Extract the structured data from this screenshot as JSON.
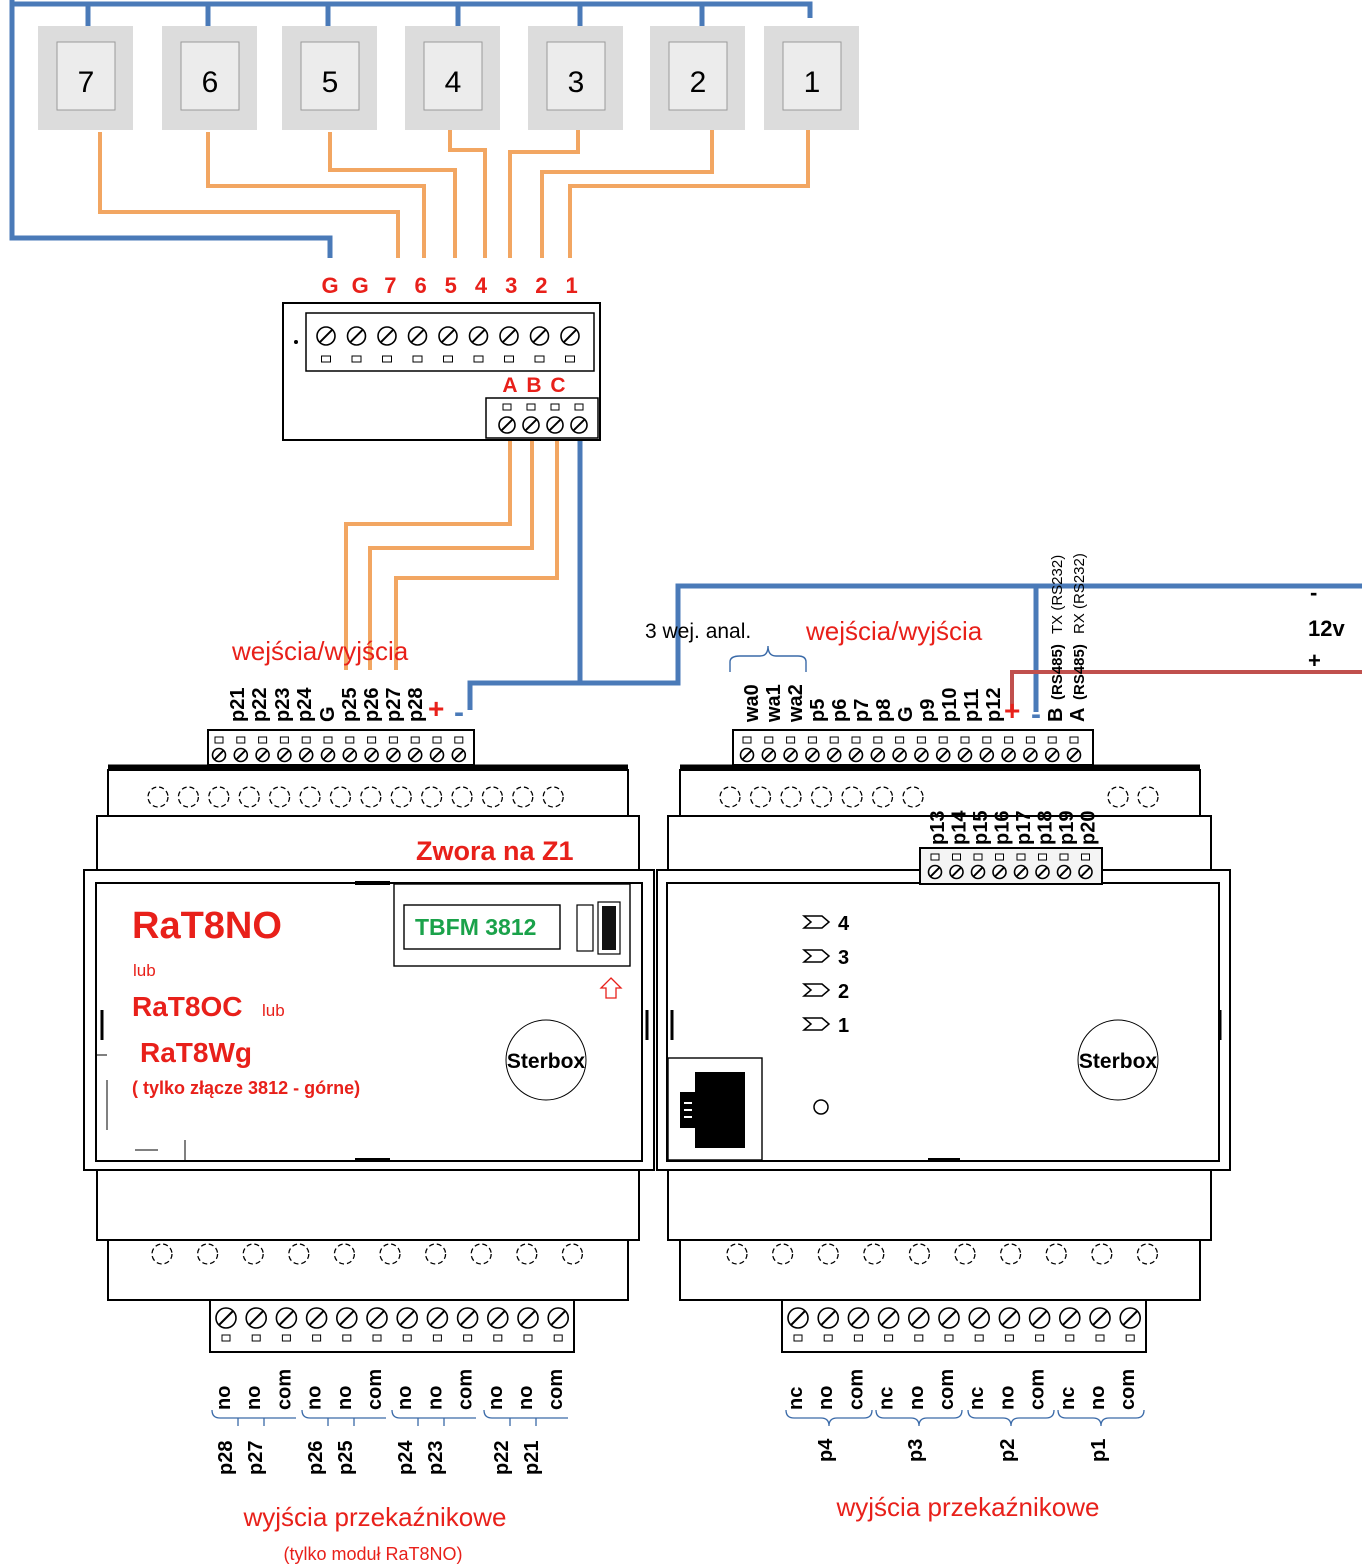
{
  "switches": {
    "labels": [
      "7",
      "6",
      "5",
      "4",
      "3",
      "2",
      "1"
    ]
  },
  "extender": {
    "top_labels": [
      "G",
      "G",
      "7",
      "6",
      "5",
      "4",
      "3",
      "2",
      "1"
    ],
    "abc_labels": [
      "A",
      "B",
      "C"
    ]
  },
  "left_module": {
    "io_title": "wejścia/wyjścia",
    "top_pins": [
      "p21",
      "p22",
      "p23",
      "p24",
      "G",
      "p25",
      "p26",
      "p27",
      "p28"
    ],
    "plus": "+",
    "minus": "-",
    "jumper_note": "Zwora na Z1",
    "chip_label": "TBFM 3812",
    "name_1": "RaT8NO",
    "lub_1": "lub",
    "name_2": "RaT8OC",
    "lub_2": "lub",
    "name_3": "RaT8Wg",
    "note": "( tylko złącze 3812 - górne)",
    "logo": "Sterbox",
    "bottom_pins": [
      "no",
      "no",
      "com",
      "no",
      "no",
      "com",
      "no",
      "no",
      "com",
      "no",
      "no",
      "com"
    ],
    "bottom_groups": [
      "p28",
      "p27",
      "p26",
      "p25",
      "p24",
      "p23",
      "p22",
      "p21"
    ],
    "relay_title": "wyjścia przekaźnikowe",
    "relay_note": "(tylko moduł RaT8NO)"
  },
  "right_module": {
    "analog_note": "3 wej. anal.",
    "io_title": "wejścia/wyjścia",
    "top_pins": [
      "wa0",
      "wa1",
      "wa2",
      "p5",
      "p6",
      "p7",
      "p8",
      "G",
      "p9",
      "p10",
      "p11",
      "p12"
    ],
    "plus": "+",
    "minus": "-",
    "b_label": "B",
    "a_label": "A",
    "b_rs485": "(RS485)",
    "a_rs485": "(RS485)",
    "b_rs232": "TX (RS232)",
    "a_rs232": "RX (RS232)",
    "mid_pins": [
      "p13",
      "p14",
      "p15",
      "p16",
      "p17",
      "p18",
      "p19",
      "p20"
    ],
    "leds": [
      "4",
      "3",
      "2",
      "1"
    ],
    "logo": "Sterbox",
    "bottom_pins": [
      "nc",
      "no",
      "com",
      "nc",
      "no",
      "com",
      "nc",
      "no",
      "com",
      "nc",
      "no",
      "com"
    ],
    "bottom_groups": [
      "p4",
      "p3",
      "p2",
      "p1"
    ],
    "relay_title": "wyjścia przekaźnikowe"
  },
  "power": {
    "minus": "-",
    "voltage": "12v",
    "plus": "+"
  }
}
